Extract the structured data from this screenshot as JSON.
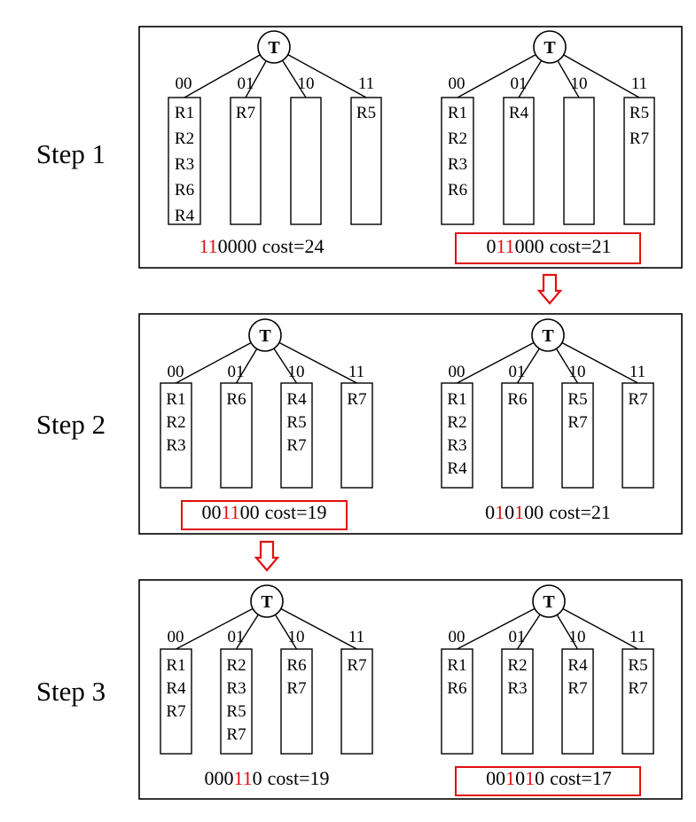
{
  "colors": {
    "ink": "#000000",
    "highlight": "#e01010",
    "panel_border": "#000000",
    "background": "#ffffff"
  },
  "diagram": {
    "root_label": "T",
    "branch_labels": [
      "00",
      "01",
      "10",
      "11"
    ],
    "cost_prefix": "cost=",
    "steps": [
      {
        "label": "Step 1",
        "configs": [
          {
            "code": [
              "1",
              "1",
              "0",
              "0",
              "0",
              "0"
            ],
            "highlight": [
              0,
              1
            ],
            "cost": "24",
            "selected": false,
            "buckets": [
              [
                "R1",
                "R2",
                "R3",
                "R6",
                "R4"
              ],
              [
                "R7"
              ],
              [],
              [
                "R5"
              ]
            ]
          },
          {
            "code": [
              "0",
              "1",
              "1",
              "0",
              "0",
              "0"
            ],
            "highlight": [
              1,
              2
            ],
            "cost": "21",
            "selected": true,
            "buckets": [
              [
                "R1",
                "R2",
                "R3",
                "R6"
              ],
              [
                "R4"
              ],
              [],
              [
                "R5",
                "R7"
              ]
            ]
          }
        ]
      },
      {
        "label": "Step 2",
        "configs": [
          {
            "code": [
              "0",
              "0",
              "1",
              "1",
              "0",
              "0"
            ],
            "highlight": [
              2,
              3
            ],
            "cost": "19",
            "selected": true,
            "buckets": [
              [
                "R1",
                "R2",
                "R3"
              ],
              [
                "R6"
              ],
              [
                "R4",
                "R5",
                "R7"
              ],
              [
                "R7"
              ]
            ]
          },
          {
            "code": [
              "0",
              "1",
              "0",
              "1",
              "0",
              "0"
            ],
            "highlight": [
              1,
              3
            ],
            "cost": "21",
            "selected": false,
            "buckets": [
              [
                "R1",
                "R2",
                "R3",
                "R4"
              ],
              [
                "R6"
              ],
              [
                "R5",
                "R7"
              ],
              [
                "R7"
              ]
            ]
          }
        ]
      },
      {
        "label": "Step 3",
        "configs": [
          {
            "code": [
              "0",
              "0",
              "0",
              "1",
              "1",
              "0"
            ],
            "highlight": [
              3,
              4
            ],
            "cost": "19",
            "selected": false,
            "buckets": [
              [
                "R1",
                "R4",
                "R7"
              ],
              [
                "R2",
                "R3",
                "R5",
                "R7"
              ],
              [
                "R6",
                "R7"
              ],
              [
                "R7"
              ]
            ]
          },
          {
            "code": [
              "0",
              "0",
              "1",
              "0",
              "1",
              "0"
            ],
            "highlight": [
              2,
              4
            ],
            "cost": "17",
            "selected": true,
            "buckets": [
              [
                "R1",
                "R6"
              ],
              [
                "R2",
                "R3"
              ],
              [
                "R4",
                "R7"
              ],
              [
                "R5",
                "R7"
              ]
            ]
          }
        ]
      }
    ]
  }
}
